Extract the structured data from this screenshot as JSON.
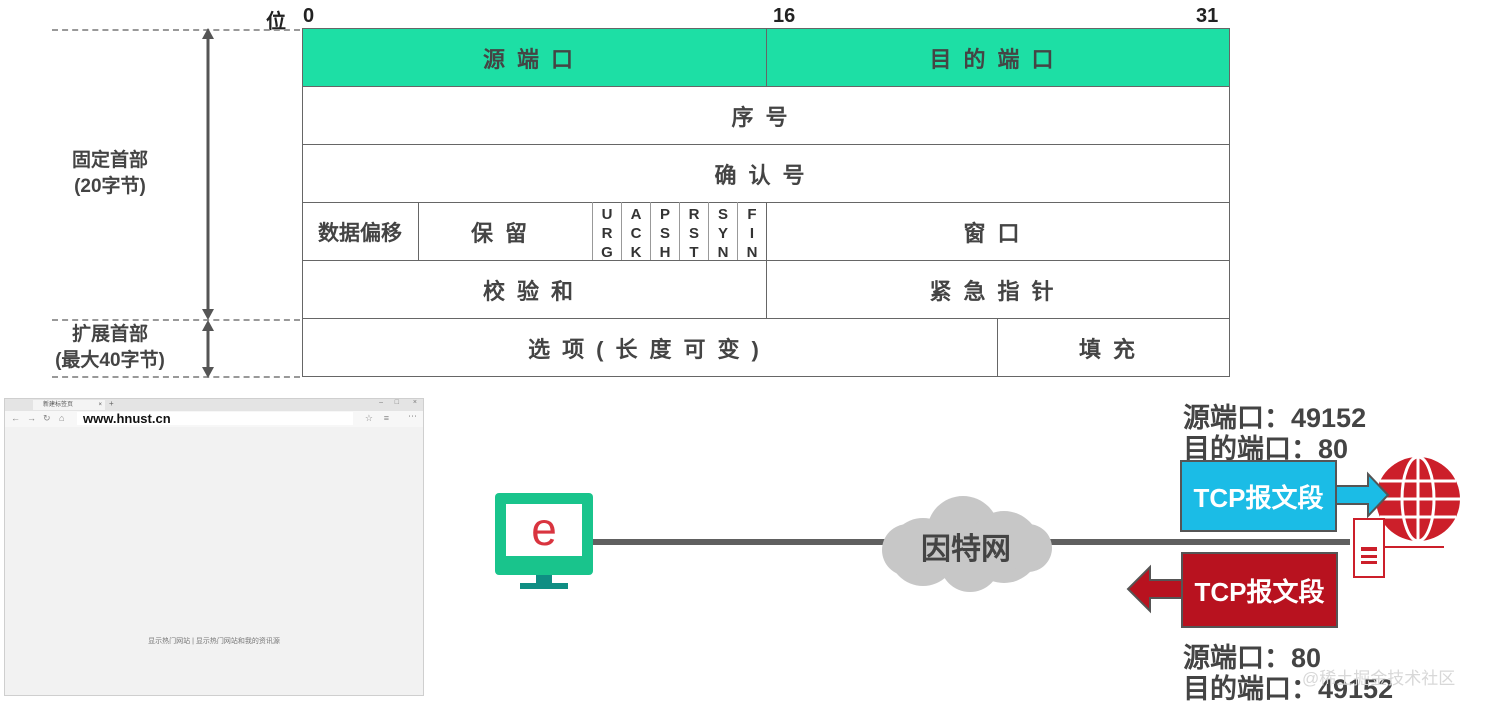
{
  "bit_positions": {
    "prefix": "位",
    "b0": "0",
    "b16": "16",
    "b31": "31"
  },
  "left_labels": {
    "fixed": "固定首部",
    "fixed_size": "(20字节)",
    "ext": "扩展首部",
    "ext_size": "(最大40字节)"
  },
  "header": {
    "src_port": "源端口",
    "dst_port": "目的端口",
    "seq": "序号",
    "ack": "确认号",
    "data_offset": "数据偏移",
    "reserved": "保留",
    "flags": [
      [
        "U",
        "R",
        "G"
      ],
      [
        "A",
        "C",
        "K"
      ],
      [
        "P",
        "S",
        "H"
      ],
      [
        "R",
        "S",
        "T"
      ],
      [
        "S",
        "Y",
        "N"
      ],
      [
        "F",
        "I",
        "N"
      ]
    ],
    "window": "窗口",
    "checksum": "校验和",
    "urgent": "紧急指针",
    "options": "选项(长度可变)",
    "padding": "填充"
  },
  "browser": {
    "tab_title": "新建标签页",
    "url": "www.hnust.cn",
    "center_text": "显示热门网站 | 显示热门网站和我的资讯源"
  },
  "network": {
    "client_icon": "e",
    "cloud_label": "因特网",
    "request": {
      "src": "源端口：49152",
      "dst": "目的端口：80",
      "segment": "TCP报文段"
    },
    "response": {
      "segment": "TCP报文段",
      "src": "源端口：80",
      "dst": "目的端口：49152"
    }
  },
  "watermark": "@稀土掘金技术社区",
  "colors": {
    "header_teal": "#1ddfa5",
    "request_blue": "#1bbce6",
    "response_red": "#b8121f",
    "monitor_green": "#19c48c",
    "globe_red": "#cc1f2a"
  }
}
